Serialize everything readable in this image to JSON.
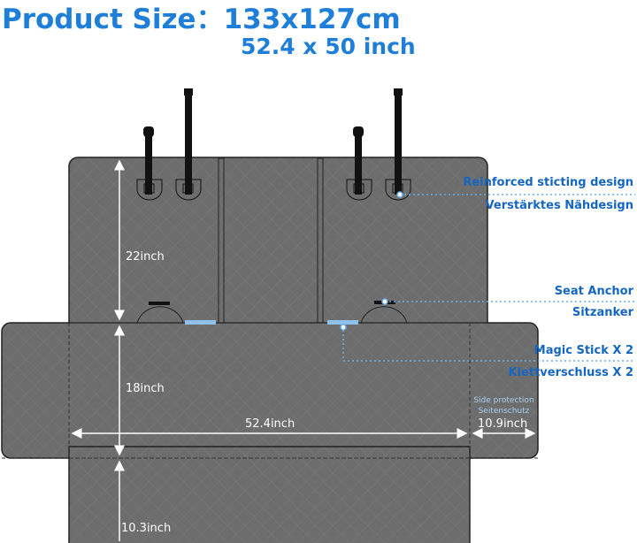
{
  "header": {
    "title": "Product Size：133x127cm",
    "subtitle": "52.4 x 50 inch"
  },
  "dimensions": {
    "top_height": "22inch",
    "middle_height": "18inch",
    "bottom_height": "10.3inch",
    "width": "52.4inch",
    "side_width": "10.9inch"
  },
  "side": {
    "en": "Side protection",
    "de": "Seitenschutz"
  },
  "callouts": [
    {
      "en": "Reinforced sticting design",
      "de": "Verstärktes Nähdesign"
    },
    {
      "en": "Seat Anchor",
      "de": "Sitzanker"
    },
    {
      "en": "Magic Stick X 2",
      "de": "Klettverschluss X 2"
    }
  ],
  "colors": {
    "title": "#1f7fd8",
    "fabric": "#6d6d6d",
    "callout": "#1566c0"
  }
}
